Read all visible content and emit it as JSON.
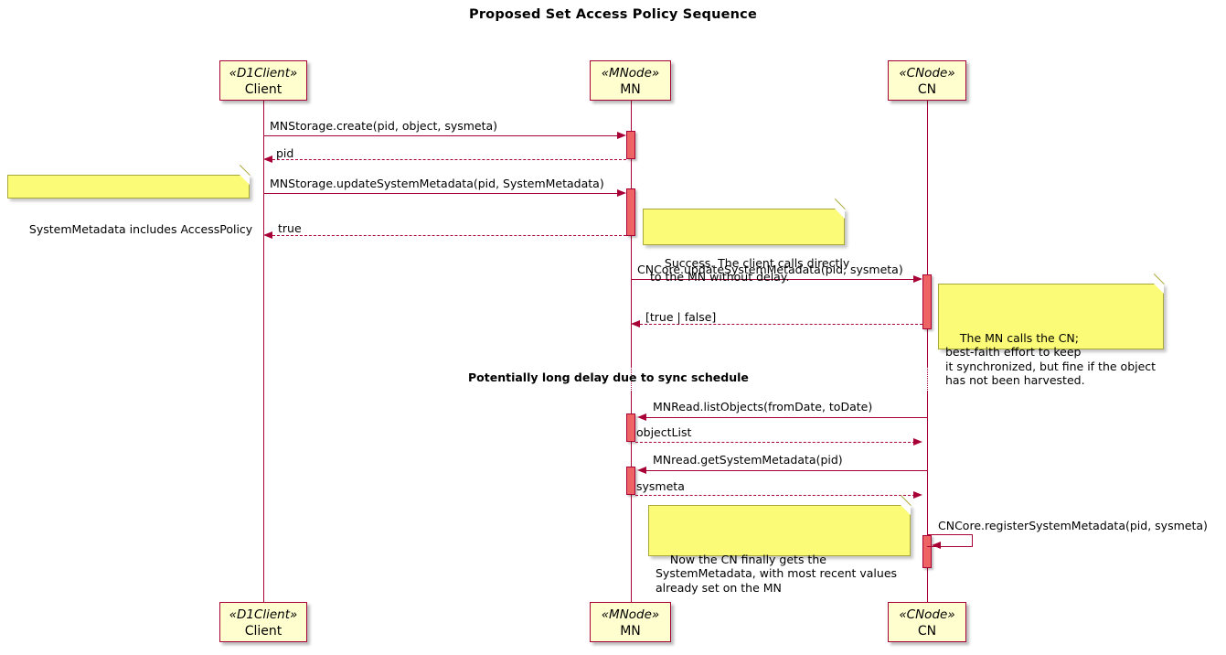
{
  "diagram": {
    "title": "Proposed Set Access Policy Sequence",
    "type": "uml-sequence-diagram",
    "colors": {
      "participant_fill": "#FEFECE",
      "participant_border": "#A80036",
      "line": "#A80036",
      "activation_fill": "#EE6464",
      "note_fill": "#FBFB77",
      "note_border": "#A8A838",
      "text": "#000000"
    }
  },
  "participants": [
    {
      "stereotype": "«D1Client»",
      "name": "Client"
    },
    {
      "stereotype": "«MNode»",
      "name": "MN"
    },
    {
      "stereotype": "«CNode»",
      "name": "CN"
    }
  ],
  "messages": [
    {
      "label": "MNStorage.create(pid, object, sysmeta)",
      "from": "Client",
      "to": "MN",
      "style": "solid"
    },
    {
      "label": "pid",
      "from": "MN",
      "to": "Client",
      "style": "dashed"
    },
    {
      "label": "MNStorage.updateSystemMetadata(pid, SystemMetadata)",
      "from": "Client",
      "to": "MN",
      "style": "solid"
    },
    {
      "label": "true",
      "from": "MN",
      "to": "Client",
      "style": "dashed"
    },
    {
      "label": "CNCore.updateSystemMetadata(pid, sysmeta)",
      "from": "MN",
      "to": "CN",
      "style": "solid"
    },
    {
      "label": "[true | false]",
      "from": "CN",
      "to": "MN",
      "style": "dashed"
    },
    {
      "label": "MNRead.listObjects(fromDate, toDate)",
      "from": "CN",
      "to": "MN",
      "style": "solid"
    },
    {
      "label": "objectList",
      "from": "MN",
      "to": "CN",
      "style": "dashed"
    },
    {
      "label": "MNread.getSystemMetadata(pid)",
      "from": "CN",
      "to": "MN",
      "style": "solid"
    },
    {
      "label": "sysmeta",
      "from": "MN",
      "to": "CN",
      "style": "dashed"
    },
    {
      "label": "CNCore.registerSystemMetadata(pid, sysmeta)",
      "from": "CN",
      "to": "CN",
      "style": "self"
    }
  ],
  "notes": [
    {
      "id": "note-access-policy",
      "text": "SystemMetadata includes AccessPolicy",
      "side": "left-of-client"
    },
    {
      "id": "note-success",
      "text": "Success. The client calls directly\nto the MN without delay.",
      "side": "right-of-mn"
    },
    {
      "id": "note-mn-calls-cn",
      "text": "The MN calls the CN;\nbest-faith effort to keep\nit synchronized, but fine if the object\nhas not been harvested.",
      "side": "right-of-cn"
    },
    {
      "id": "note-cn-gets-sysmeta",
      "text": "Now the CN finally gets the\nSystemMetadata, with most recent values\nalready set on the MN",
      "side": "right-of-mn"
    }
  ],
  "dividers": [
    {
      "id": "delay-divider",
      "label": "Potentially long delay due to sync schedule"
    }
  ]
}
